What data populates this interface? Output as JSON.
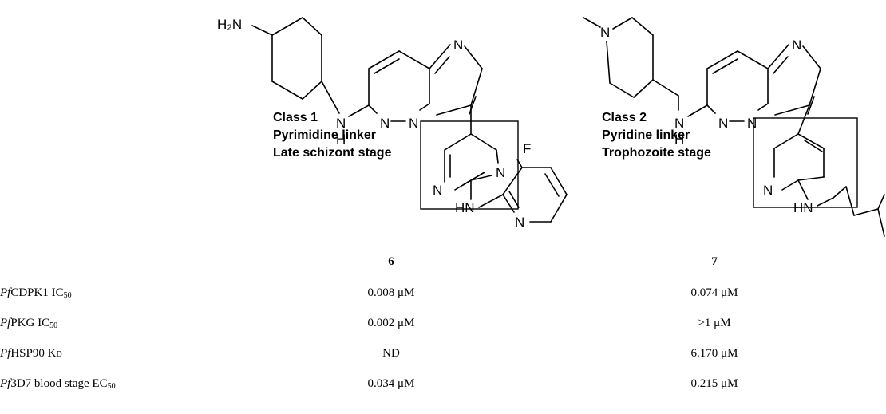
{
  "compounds": [
    {
      "id": "6",
      "class_lines": [
        "Class 1",
        "Pyrimidine linker",
        "Late schizont stage"
      ],
      "atoms": {
        "amine": "H₂N",
        "nh": "N",
        "nh_h": "H",
        "n1": "N",
        "n2": "N",
        "n3": "N",
        "pym_n1": "N",
        "pym_n2": "N",
        "hn": "HN",
        "f": "F",
        "py_n": "N"
      }
    },
    {
      "id": "7",
      "class_lines": [
        "Class 2",
        "Pyridine linker",
        "Trophozoite stage"
      ],
      "atoms": {
        "pip_n": "N",
        "nh": "N",
        "nh_h": "H",
        "n1": "N",
        "n2": "N",
        "n3": "N",
        "pyr_n": "N",
        "hn": "HN"
      }
    }
  ],
  "table": {
    "rows": [
      {
        "prefix": "Pf",
        "name": "CDPK1 IC",
        "sub": "50",
        "v6": "0.008 μM",
        "v7": "0.074 μM"
      },
      {
        "prefix": "Pf",
        "name": "PKG IC",
        "sub": "50",
        "v6": "0.002 μM",
        "v7": ">1 μM"
      },
      {
        "prefix": "Pf",
        "name": "HSP90 K",
        "sub": "D",
        "v6": "ND",
        "v7": "6.170 μM"
      },
      {
        "prefix": "Pf",
        "name": "3D7 blood stage EC",
        "sub": "50",
        "v6": "0.034 μM",
        "v7": "0.215 μM"
      }
    ]
  }
}
